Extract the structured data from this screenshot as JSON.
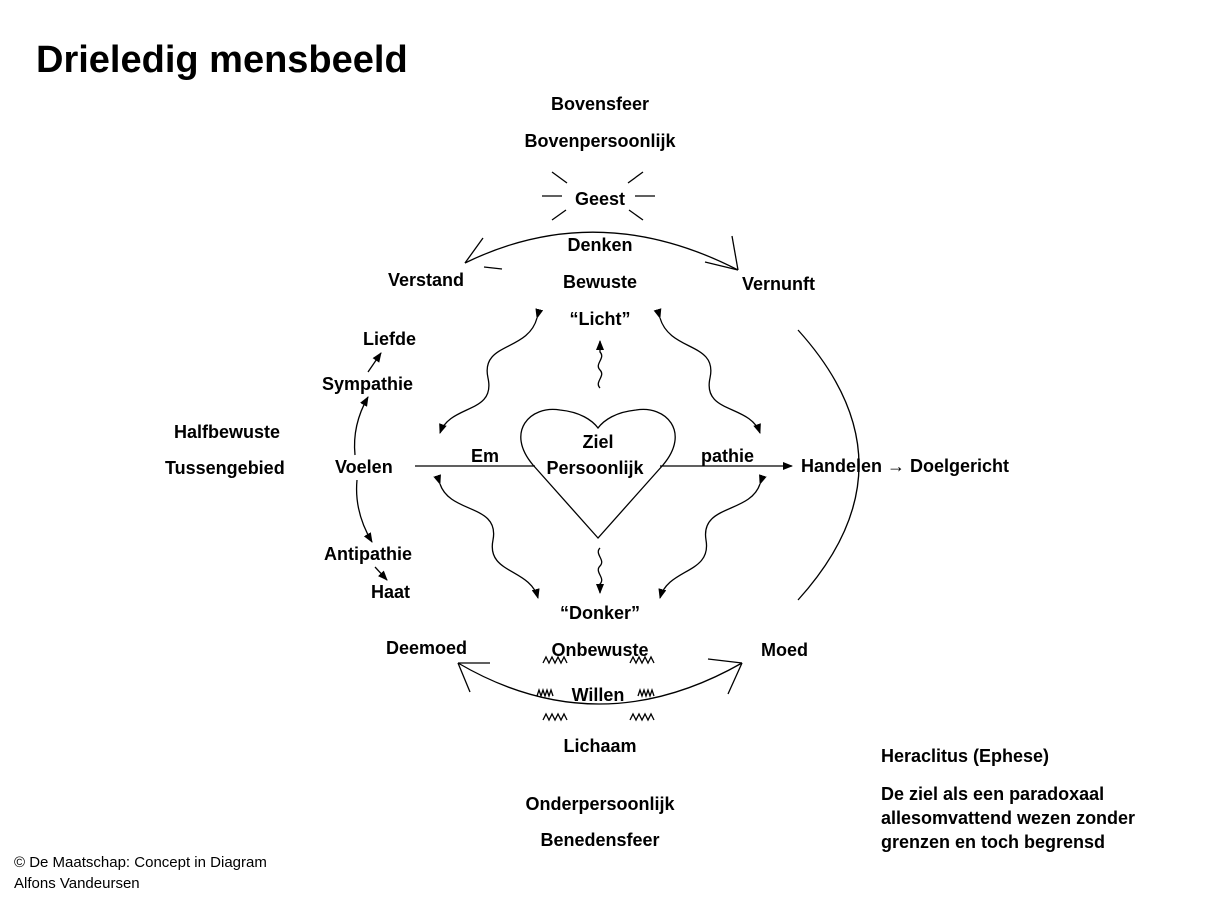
{
  "title": "Drieledig mensbeeld",
  "labels": {
    "bovensfeer": "Bovensfeer",
    "bovenpersoonlijk": "Bovenpersoonlijk",
    "geest": "Geest",
    "denken": "Denken",
    "bewuste": "Bewuste",
    "licht": "“Licht”",
    "verstand": "Verstand",
    "vernunft": "Vernunft",
    "liefde": "Liefde",
    "sympathie": "Sympathie",
    "halfbewuste": "Halfbewuste",
    "tussengebied": "Tussengebied",
    "voelen": "Voelen",
    "em": "Em",
    "ziel": "Ziel",
    "persoonlijk": "Persoonlijk",
    "pathie": "pathie",
    "handelen": "Handelen → Doelgericht",
    "antipathie": "Antipathie",
    "haat": "Haat",
    "donker": "“Donker”",
    "onbewuste": "Onbewuste",
    "deemoed": "Deemoed",
    "moed": "Moed",
    "willen": "Willen",
    "lichaam": "Lichaam",
    "onderpersoonlijk": "Onderpersoonlijk",
    "benedensfeer": "Benedensfeer"
  },
  "quote": {
    "author": "Heraclitus (Ephese)",
    "text": "De ziel als een paradoxaal\nallesomvattend wezen zonder\ngrenzen en toch begrensd"
  },
  "credits": {
    "line1": "© De Maatschap: Concept in Diagram",
    "line2": "Alfons Vandeursen"
  }
}
